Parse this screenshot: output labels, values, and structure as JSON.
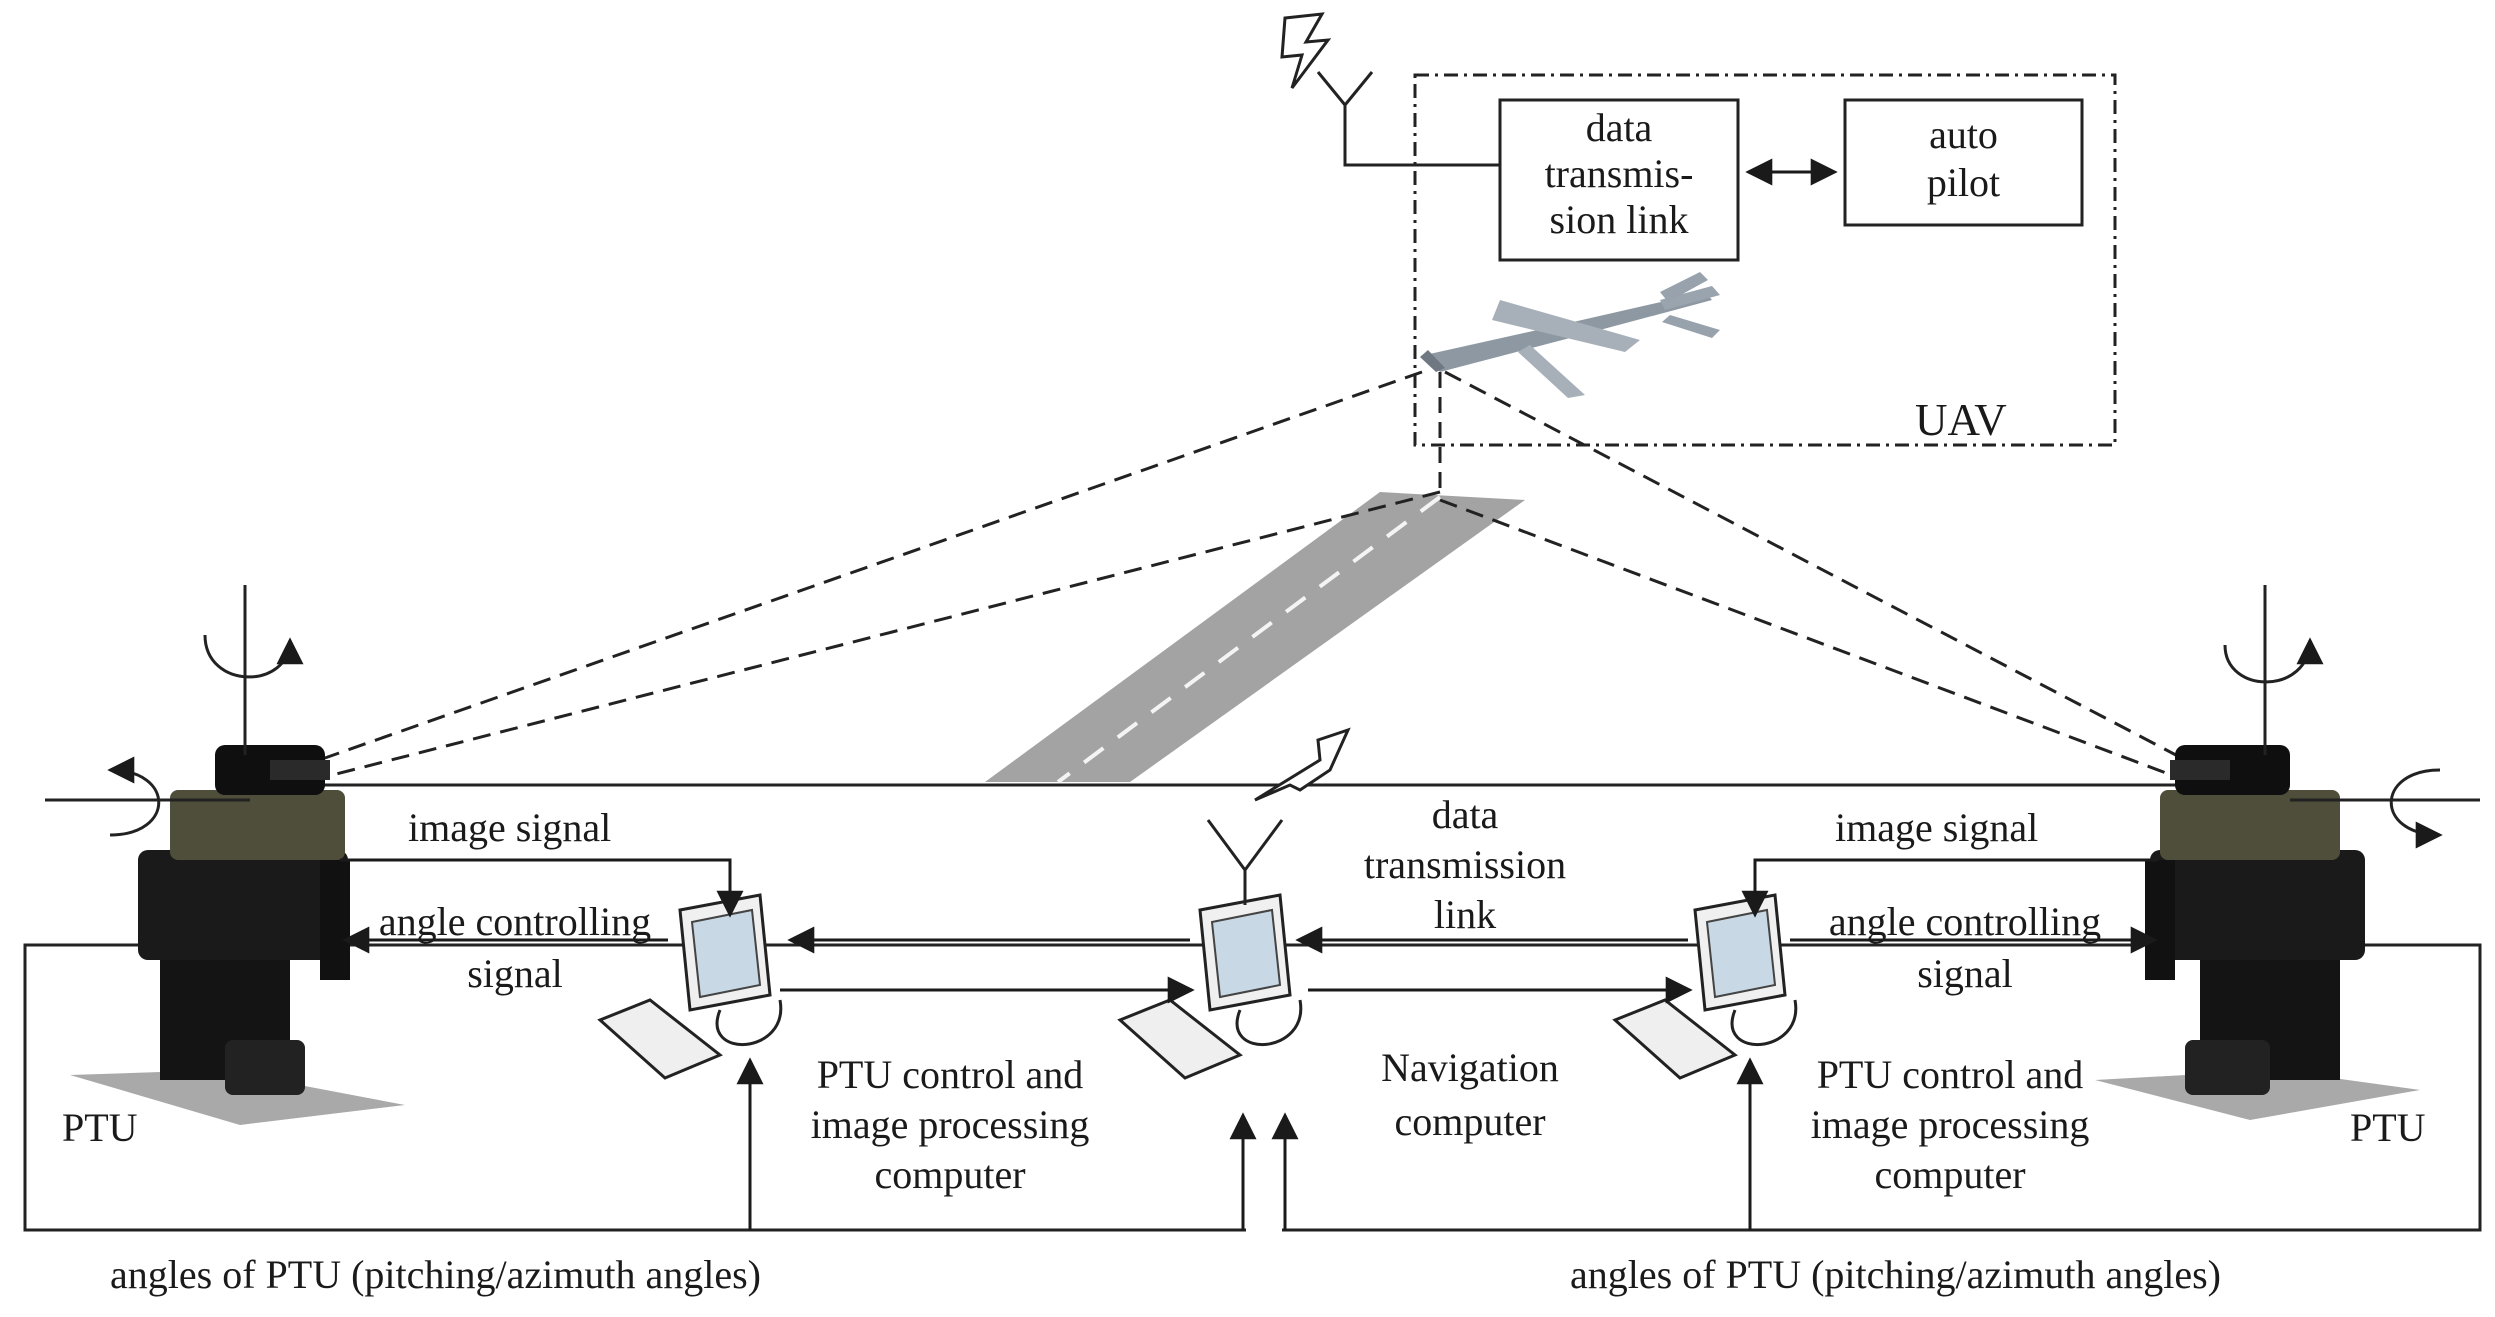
{
  "uav_box": {
    "data_link_lines": [
      "data",
      "transmis-",
      "sion link"
    ],
    "autopilot_lines": [
      "auto",
      "pilot"
    ],
    "label": "UAV"
  },
  "ground": {
    "ptu_left": "PTU",
    "ptu_right": "PTU",
    "image_signal_left": "image signal",
    "image_signal_right": "image signal",
    "angle_ctrl_left_lines": [
      "angle controlling",
      "signal"
    ],
    "angle_ctrl_right_lines": [
      "angle controlling",
      "signal"
    ],
    "data_link_lines": [
      "data",
      "transmission",
      "link"
    ],
    "ptu_computer_left_lines": [
      "PTU control and",
      "image processing",
      "computer"
    ],
    "ptu_computer_right_lines": [
      "PTU control and",
      "image processing",
      "computer"
    ],
    "nav_computer_lines": [
      "Navigation",
      "computer"
    ],
    "angles_left": "angles of PTU (pitching/azimuth angles)",
    "angles_right": "angles of PTU (pitching/azimuth angles)"
  }
}
